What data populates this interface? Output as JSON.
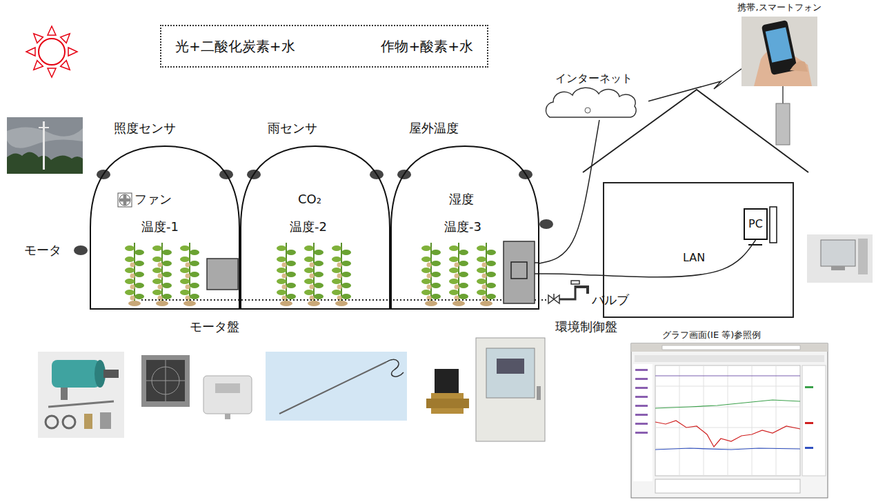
{
  "diagram": {
    "nodes": [
      {
        "text": [
          "光+二酸化炭素+水",
          "作物+酸素+水"
        ]
      },
      {
        "text": [
          "ファン",
          "温度-1"
        ]
      },
      {
        "text": [
          "CO₂",
          "温度-2"
        ]
      },
      {
        "text": [
          "湿度",
          "温度-3"
        ]
      },
      {
        "text": [
          "インターネット"
        ]
      },
      {
        "text": [
          "携帯,スマートフォン"
        ]
      },
      {
        "text": [
          "PC"
        ]
      }
    ],
    "edges": [
      {
        "from": 3,
        "to": 4,
        "arrow": "none"
      },
      {
        "from": 4,
        "to": 5,
        "arrow": "none"
      },
      {
        "from": 3,
        "to": 6,
        "label": "LAN",
        "arrow": "none"
      }
    ],
    "labels": [
      "照度センサ",
      "雨センサ",
      "屋外温度",
      "モータ",
      "モータ盤",
      "環境制御盤",
      "バルブ",
      "グラフ画面(IE 等)参照例"
    ]
  }
}
